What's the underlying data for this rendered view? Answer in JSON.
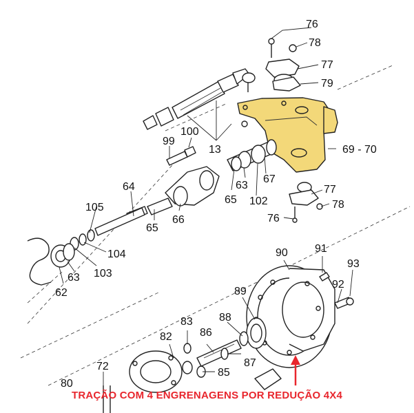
{
  "callouts": {
    "c76a": "76",
    "c78a": "78",
    "c77a": "77",
    "c79": "79",
    "c100": "100",
    "c99": "99",
    "c13": "13",
    "c6970": "69 - 70",
    "c67": "67",
    "c63a": "63",
    "c65a": "65",
    "c102": "102",
    "c77b": "77",
    "c78b": "78",
    "c76b": "76",
    "c64": "64",
    "c105": "105",
    "c65b": "65",
    "c66": "66",
    "c104": "104",
    "c103": "103",
    "c63b": "63",
    "c62": "62",
    "c90": "90",
    "c91": "91",
    "c93": "93",
    "c92": "92",
    "c89": "89",
    "c88": "88",
    "c83": "83",
    "c86": "86",
    "c82": "82",
    "c87": "87",
    "c85": "85",
    "c72": "72",
    "c80": "80"
  },
  "caption": "TRAÇÃO COM 4 ENGRENAGENS POR REDUÇÃO 4X4",
  "colors": {
    "highlight": "#f3d879",
    "caption": "#e8262d",
    "arrow": "#e8262d",
    "ink": "#222222"
  }
}
